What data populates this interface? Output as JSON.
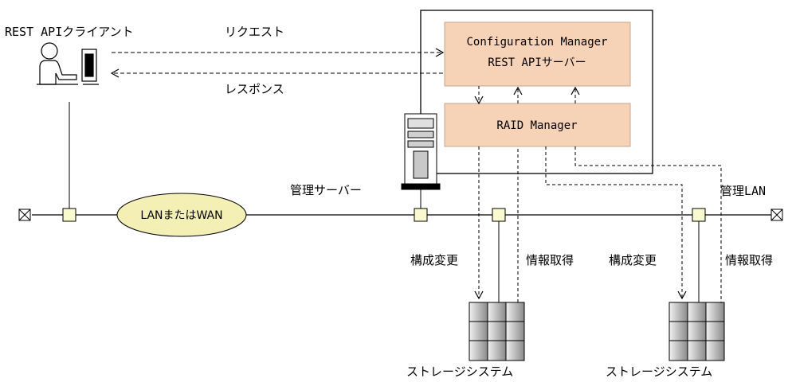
{
  "labels": {
    "client": "REST APIクライアント",
    "request": "リクエスト",
    "response": "レスポンス",
    "mgmt_server": "管理サーバー",
    "mgmt_lan": "管理LAN",
    "config_change_1": "構成変更",
    "info_get_1": "情報取得",
    "config_change_2": "構成変更",
    "info_get_2": "情報取得",
    "storage_1": "ストレージシステム",
    "storage_2": "ストレージシステム"
  },
  "boxes": {
    "api_server_line1": "Configuration Manager",
    "api_server_line2": "REST APIサーバー",
    "raid_manager": "RAID Manager",
    "network_ellipse": "LANまたはWAN"
  },
  "colors": {
    "box_fill": "#f6d2b6",
    "box_stroke": "#c9a48c",
    "ellipse_fill": "#f3efb5",
    "node_fill": "#fafad0",
    "storage_fill": "#d0d0d0",
    "line": "#000000"
  }
}
